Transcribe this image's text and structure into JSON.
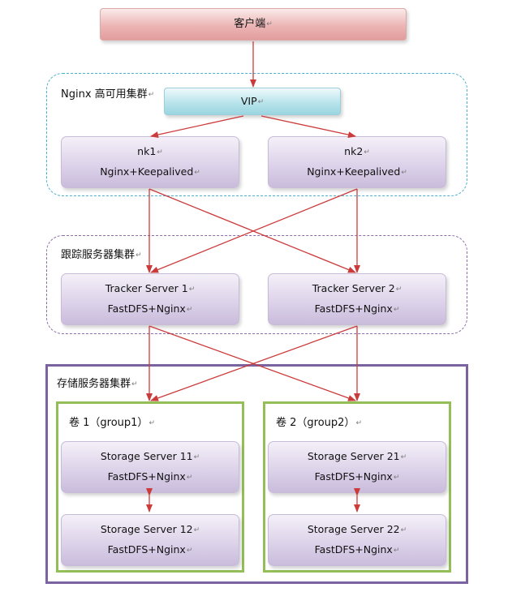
{
  "client": {
    "label": "客户端"
  },
  "nginx_cluster": {
    "title": "Nginx 高可用集群",
    "vip": "VIP",
    "nodes": [
      {
        "name": "nk1",
        "role": "Nginx+Keepalived"
      },
      {
        "name": "nk2",
        "role": "Nginx+Keepalived"
      }
    ]
  },
  "tracker_cluster": {
    "title": "跟踪服务器集群",
    "nodes": [
      {
        "name": "Tracker Server 1",
        "role": "FastDFS+Nginx"
      },
      {
        "name": "Tracker Server 2",
        "role": "FastDFS+Nginx"
      }
    ]
  },
  "storage_cluster": {
    "title": "存储服务器集群",
    "groups": [
      {
        "title": "卷 1（group1）",
        "nodes": [
          {
            "name": "Storage Server 11",
            "role": "FastDFS+Nginx"
          },
          {
            "name": "Storage Server 12",
            "role": "FastDFS+Nginx"
          }
        ]
      },
      {
        "title": "卷 2（group2）",
        "nodes": [
          {
            "name": "Storage Server 21",
            "role": "FastDFS+Nginx"
          },
          {
            "name": "Storage Server 22",
            "role": "FastDFS+Nginx"
          }
        ]
      }
    ]
  },
  "paragraph_mark": "↵",
  "colors": {
    "arrow": "#cc3b3b",
    "nginx_border": "#4bb0cf",
    "tracker_border": "#8a6ca8",
    "storage_border": "#7b62a1",
    "group_border": "#93be58",
    "node_fill": "#ddd3ea",
    "client_fill": "#ecb5b5",
    "vip_fill": "#b9e4ec"
  }
}
